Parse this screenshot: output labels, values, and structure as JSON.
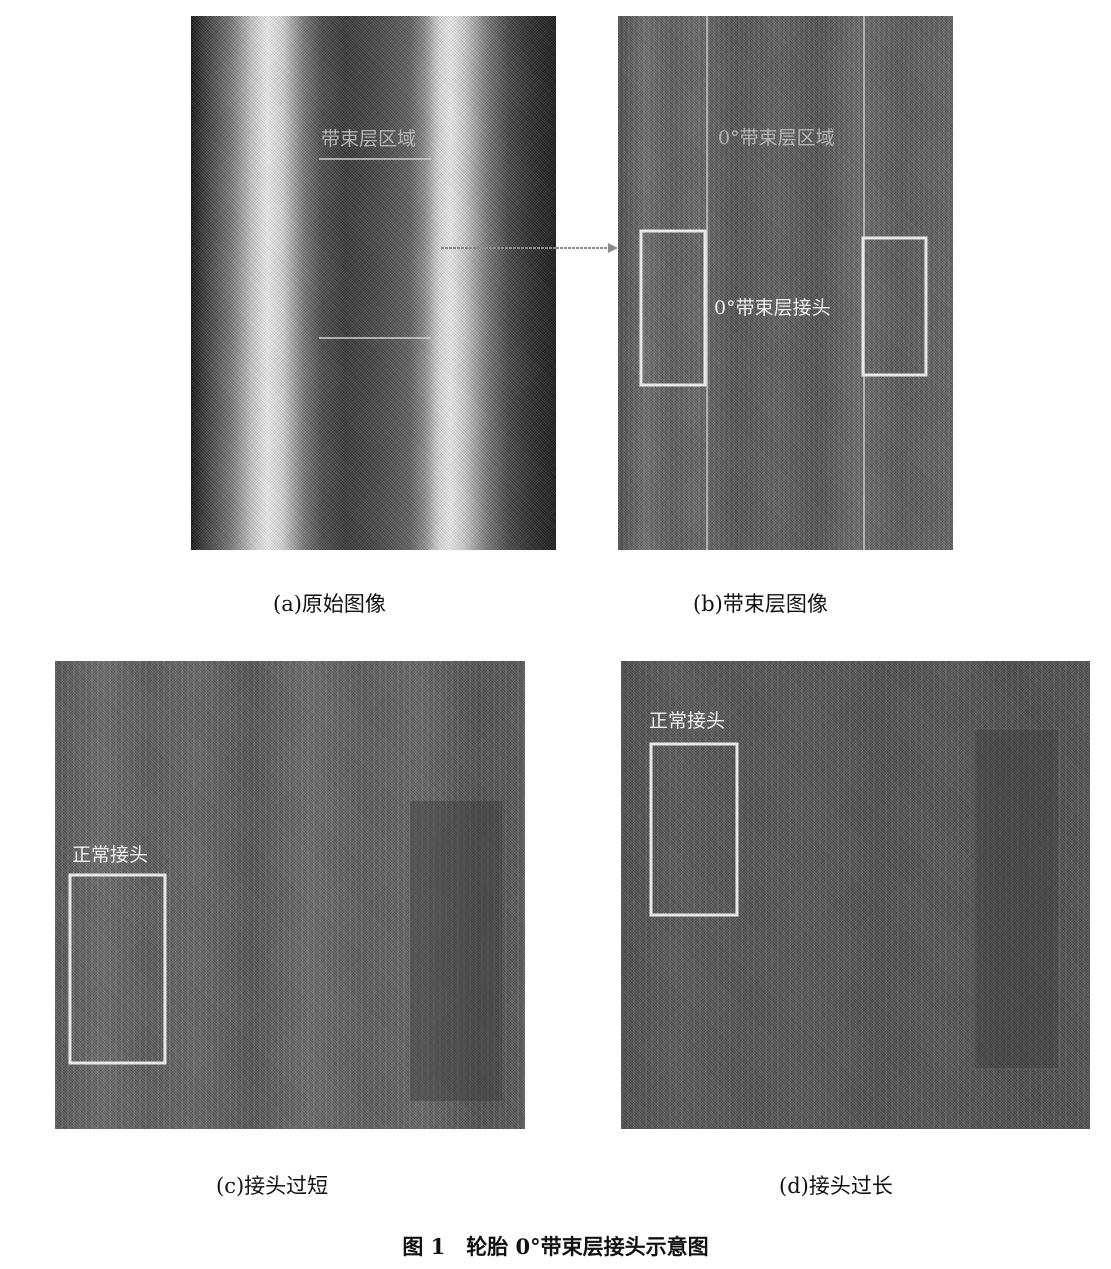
{
  "figure": {
    "caption": "图 1　轮胎 0°带束层接头示意图",
    "panels": [
      {
        "id": "a",
        "caption": "(a)原始图像",
        "labels": [
          "带束层区域"
        ]
      },
      {
        "id": "b",
        "caption": "(b)带束层图像",
        "labels": [
          "0°带束层区域",
          "0°带束层接头"
        ]
      },
      {
        "id": "c",
        "caption": "(c)接头过短",
        "labels": [
          "正常接头"
        ]
      },
      {
        "id": "d",
        "caption": "(d)接头过长",
        "labels": [
          "正常接头"
        ]
      }
    ]
  },
  "colors": {
    "annotation_box": "#e8e8e8",
    "annotation_text": "#f0f0f0",
    "faint_text": "#b5b5b5"
  }
}
